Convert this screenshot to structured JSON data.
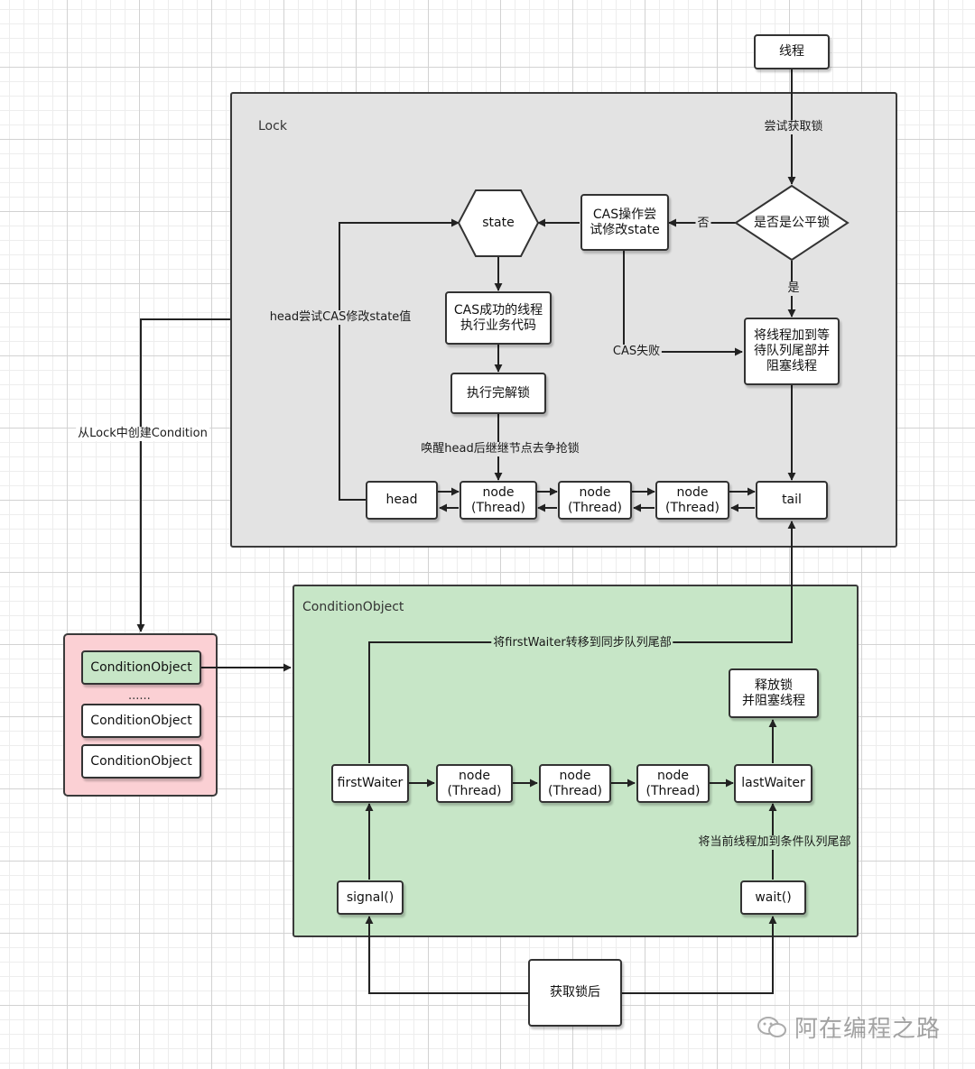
{
  "regions": {
    "lock": "Lock",
    "condition_object": "ConditionObject"
  },
  "nodes": {
    "thread": "线程",
    "state": "state",
    "fair_check": "是否是公平锁",
    "cas_try": "CAS操作尝\n试修改state",
    "cas_success": "CAS成功的线程\n执行业务代码",
    "enqueue": "将线程加到等\n待队列尾部并\n阻塞线程",
    "unlock": "执行完解锁",
    "head": "head",
    "node": "node\n(Thread)",
    "tail": "tail",
    "list_item": "ConditionObject",
    "dots": "......",
    "first_waiter": "firstWaiter",
    "last_waiter": "lastWaiter",
    "release": "释放锁\n并阻塞线程",
    "signal": "signal()",
    "wait": "wait()",
    "after_lock": "获取锁后"
  },
  "edge_labels": {
    "try_acquire": "尝试获取锁",
    "no": "否",
    "yes": "是",
    "cas_fail": "CAS失败",
    "head_cas": "head尝试CAS修改state值",
    "wake": "唤醒head后继继节点去争抢锁",
    "create_condition": "从Lock中创建Condition",
    "transfer": "将firstWaiter转移到同步队列尾部",
    "add_to_condition": "将当前线程加到条件队列尾部"
  },
  "watermark": "阿在编程之路"
}
